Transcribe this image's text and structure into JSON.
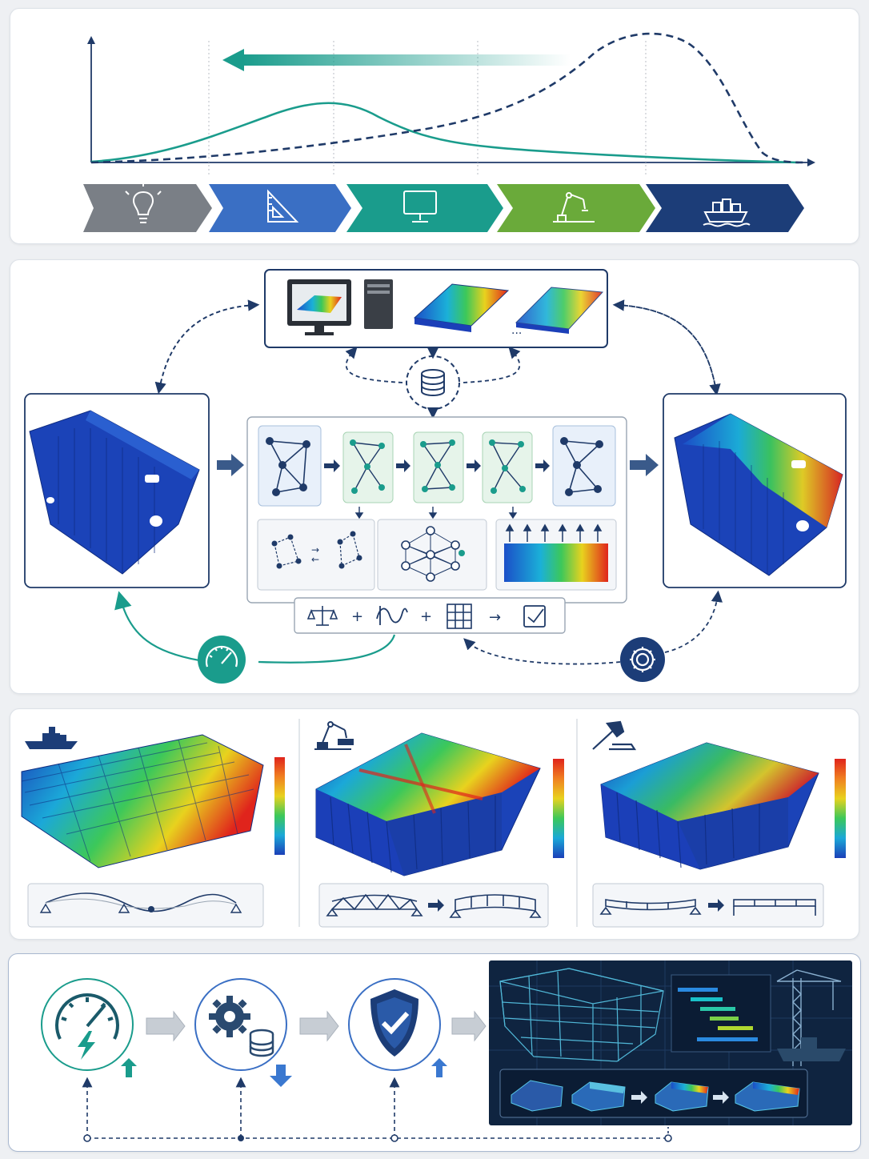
{
  "colors": {
    "navy": "#1f3a68",
    "teal": "#1a9c8c",
    "blue": "#3a6fc4",
    "green": "#6aaa3a",
    "gray": "#7a7f86",
    "darkblue": "#1c3d78",
    "panel_dark": "#0f2440"
  },
  "timeline": {
    "stages": [
      {
        "name": "concept",
        "icon": "lightbulb-icon",
        "color": "#7a7f86"
      },
      {
        "name": "design",
        "icon": "set-square-icon",
        "color": "#3a6fc4"
      },
      {
        "name": "simulation",
        "icon": "monitor-icon",
        "color": "#1a9c8c"
      },
      {
        "name": "production",
        "icon": "robot-arm-icon",
        "color": "#6aaa3a"
      },
      {
        "name": "operation",
        "icon": "ship-icon",
        "color": "#1c3d78"
      }
    ],
    "curves": [
      {
        "name": "teal-curve",
        "style": "solid",
        "color": "#1a9c8c"
      },
      {
        "name": "navy-curve",
        "style": "dashed",
        "color": "#1f3a68"
      }
    ],
    "arrow_direction": "left"
  },
  "workflow": {
    "top_box_icons": [
      "monitor-icon",
      "server-tower-icon",
      "fe-model-icon",
      "fe-model-icon"
    ],
    "top_box_ellipsis": "...",
    "database_icon": "database-icon",
    "graph_steps": 5,
    "formula": {
      "symbols": [
        "balance-scale-icon",
        "wave-function-icon",
        "grid-icon",
        "checkbox-icon"
      ],
      "plus": "+",
      "arrow": "→"
    },
    "speed_icon": "speedometer-icon",
    "gear_icon": "gear-icon"
  },
  "applications": [
    {
      "icon": "ship-icon",
      "support": "beam-on-supports"
    },
    {
      "icon": "robot-arm-icon",
      "support": "truss-to-beam"
    },
    {
      "icon": "hammer-icon",
      "support": "deformed-to-straight"
    }
  ],
  "benefits": [
    {
      "icon": "speedometer-bolt-icon",
      "trend": "up"
    },
    {
      "icon": "gear-database-icon",
      "trend": "down"
    },
    {
      "icon": "shield-check-icon",
      "trend": "up"
    }
  ]
}
